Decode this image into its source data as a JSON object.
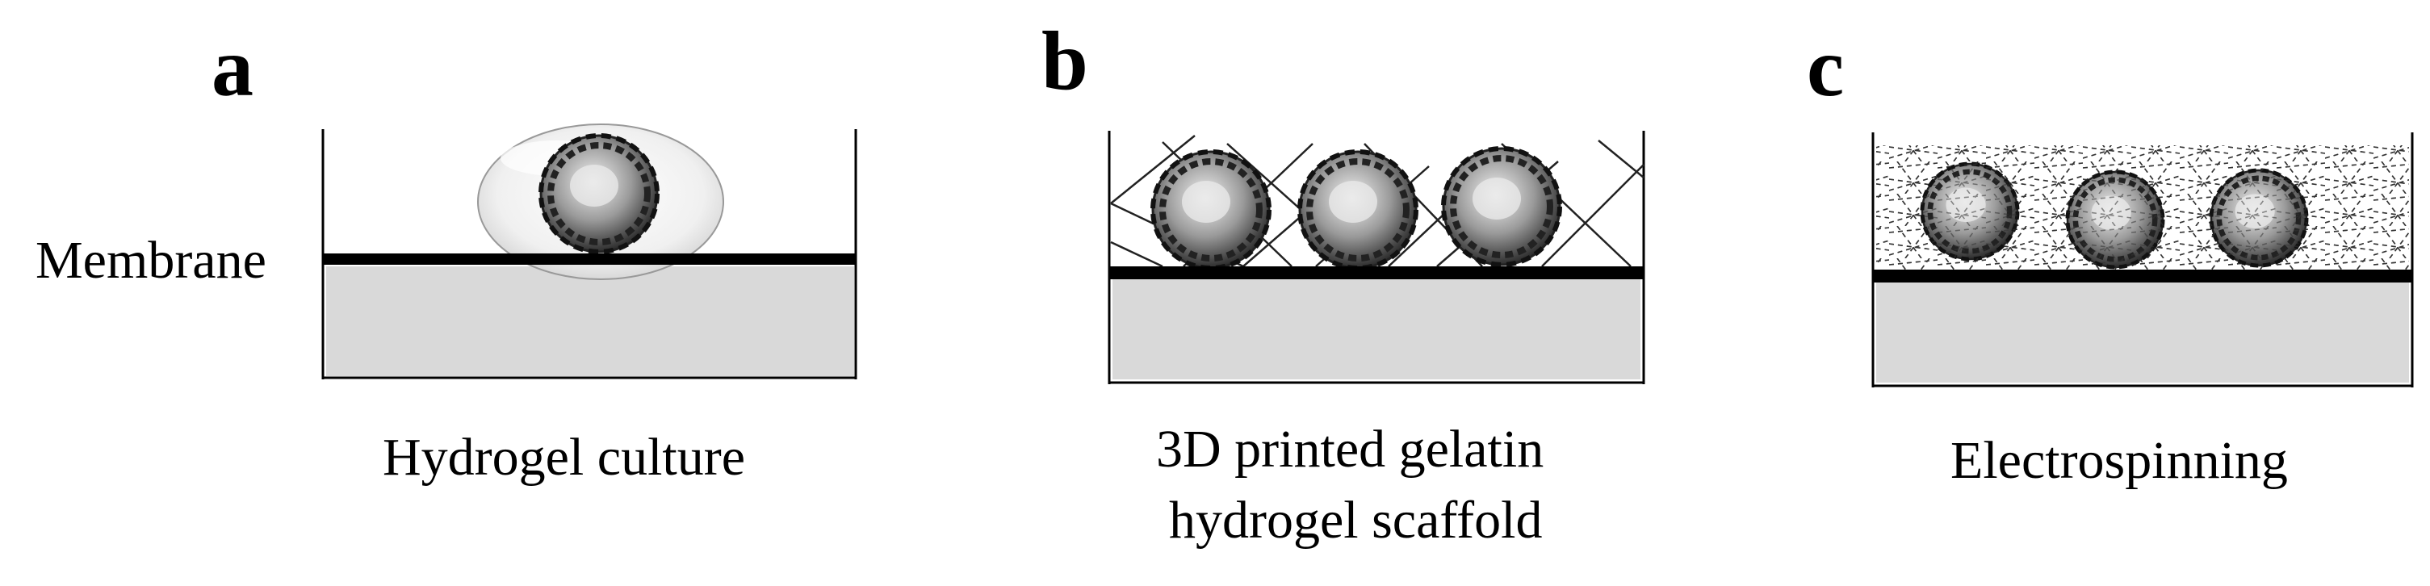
{
  "side_label": "Membrane",
  "panels": [
    {
      "letter": "a",
      "caption_lines": [
        "Hydrogel culture"
      ]
    },
    {
      "letter": "b",
      "caption_lines": [
        "3D printed gelatin",
        "hydrogel scaffold"
      ]
    },
    {
      "letter": "c",
      "caption_lines": [
        "Electrospinning"
      ]
    }
  ],
  "colors": {
    "media_fill": "#d9d9d9",
    "membrane": "#000000",
    "wall": "#000000",
    "organoid_dark": "#3a3a3a",
    "organoid_light": "#cfcfcf",
    "droplet": "#eeeeee"
  }
}
